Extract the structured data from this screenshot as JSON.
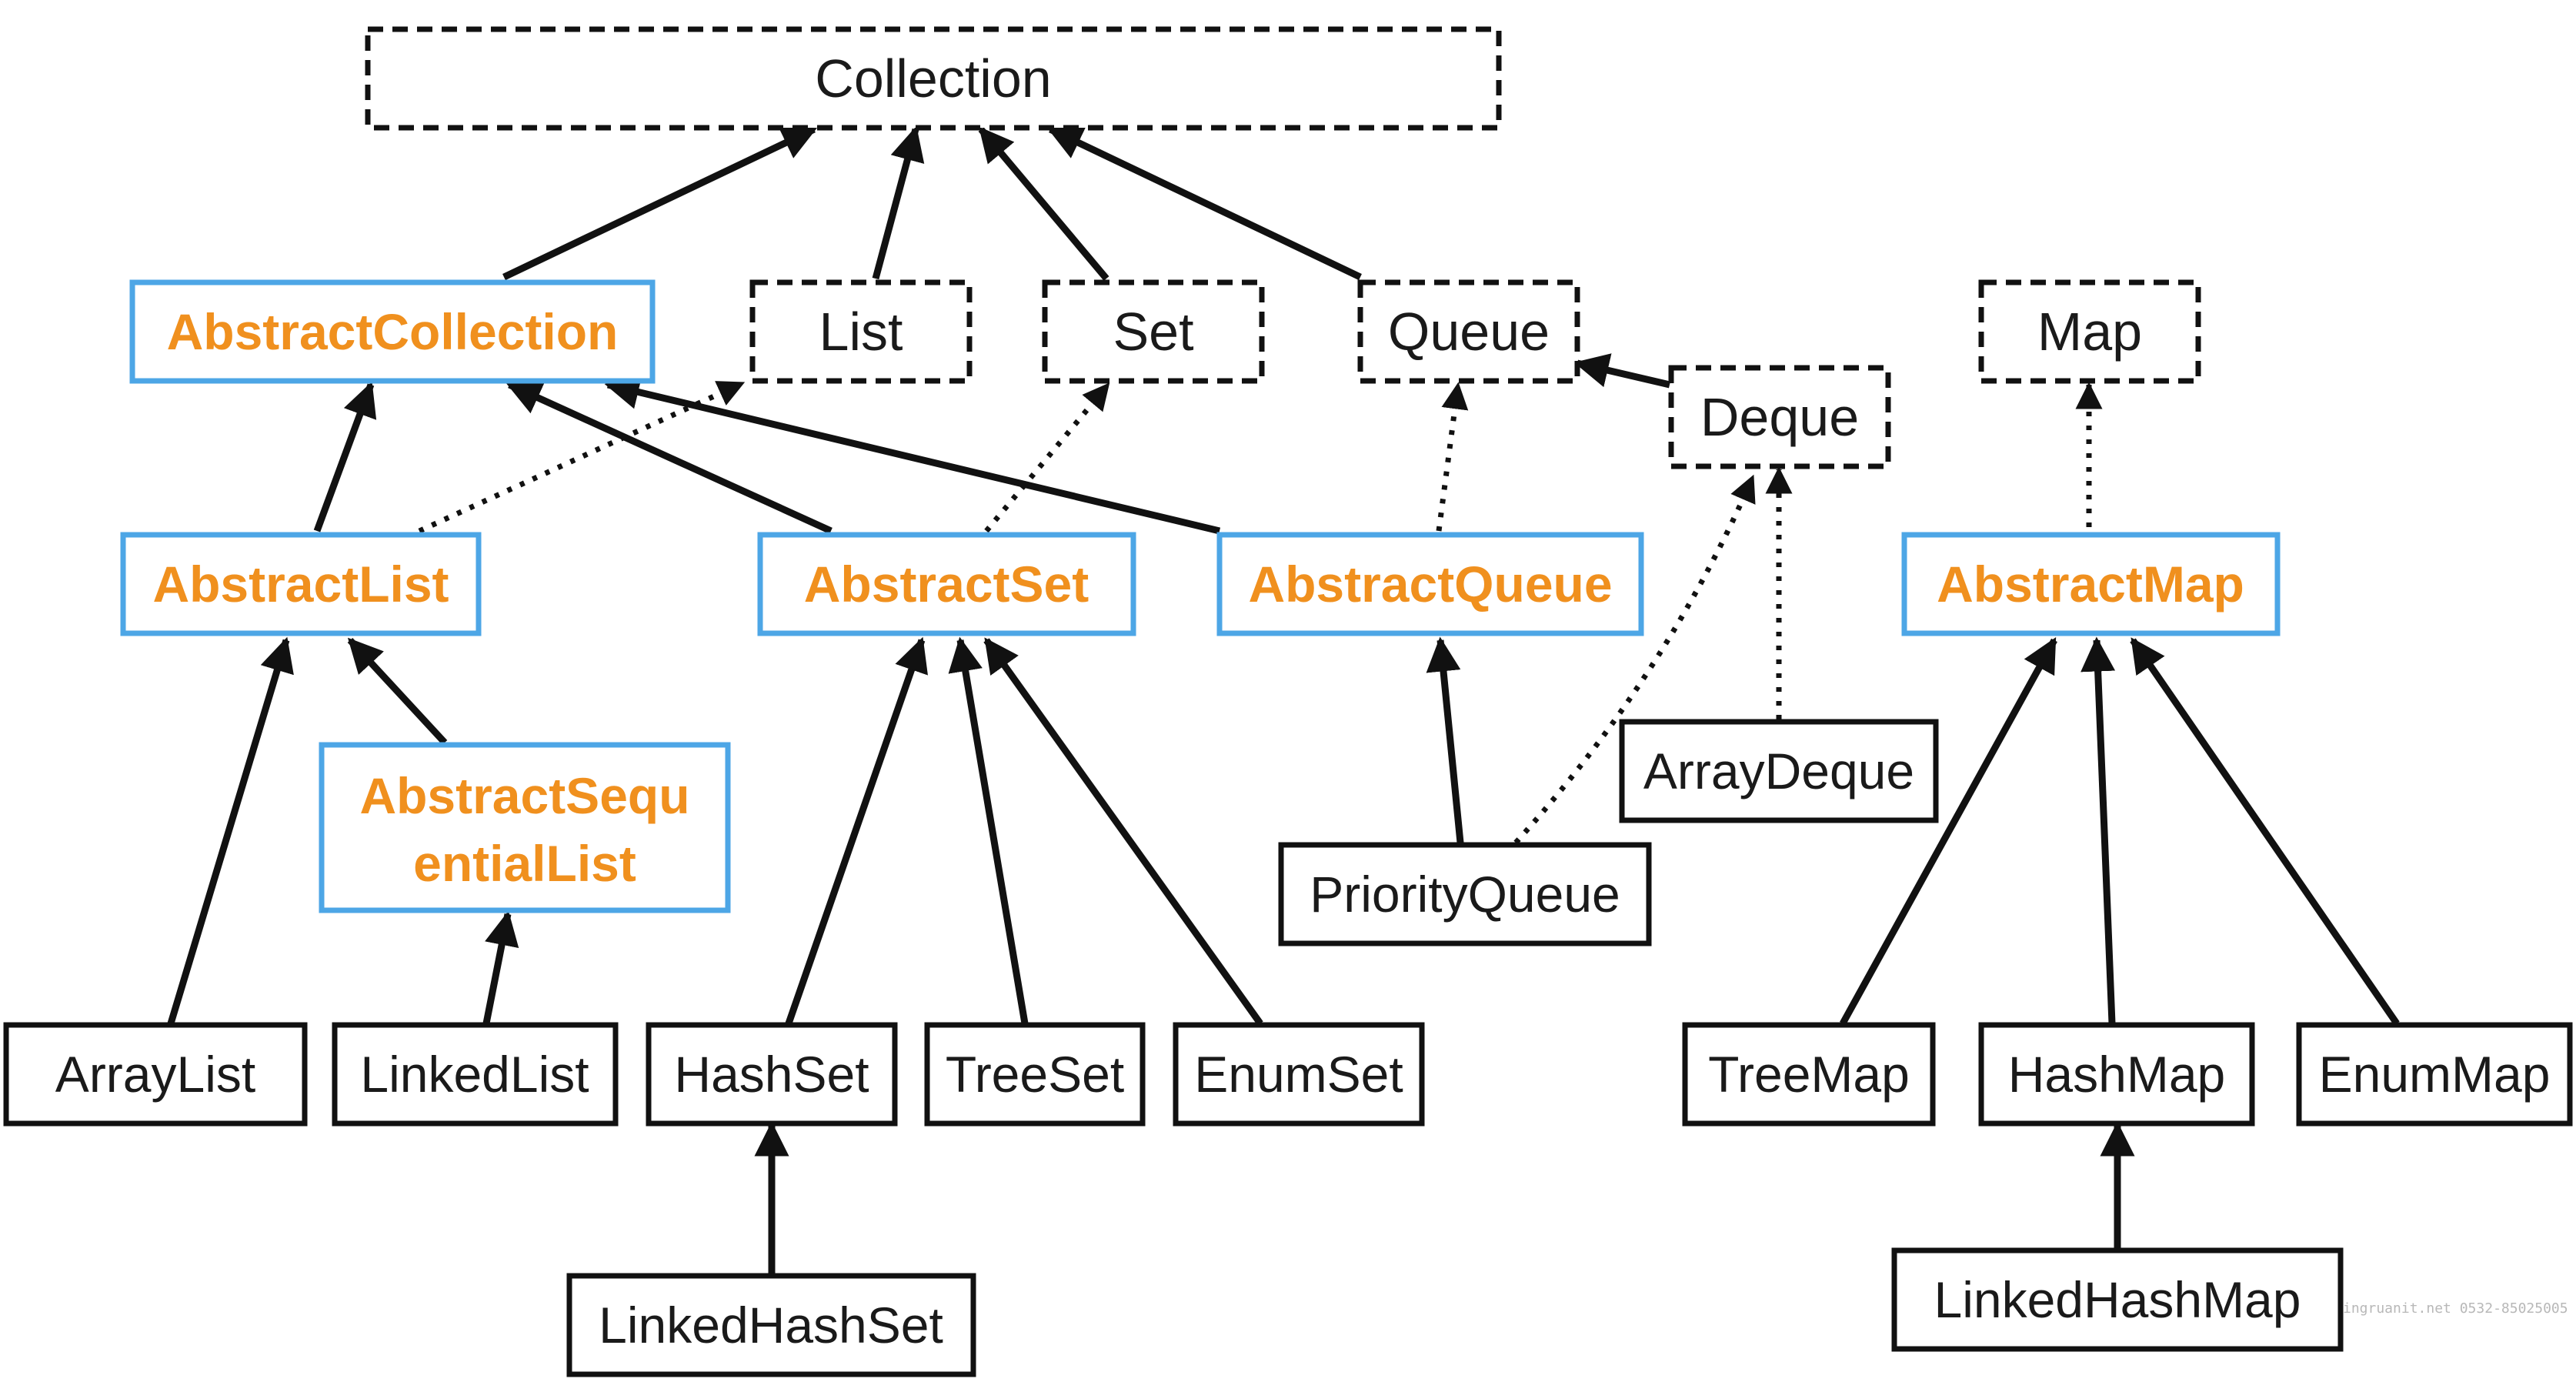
{
  "colors": {
    "abstract_text": "#F0901E",
    "abstract_border": "#4DA6E6",
    "interface_border": "#1a1a1a",
    "class_border": "#1a1a1a",
    "text": "#1a1a1a"
  },
  "nodes": {
    "collection": "Collection",
    "list": "List",
    "set": "Set",
    "queue": "Queue",
    "deque": "Deque",
    "map": "Map",
    "abstract_collection": "AbstractCollection",
    "abstract_list": "AbstractList",
    "abstract_set": "AbstractSet",
    "abstract_queue": "AbstractQueue",
    "abstract_map": "AbstractMap",
    "abstract_sequential_list_line1": "AbstractSequ",
    "abstract_sequential_list_line2": "entialList",
    "array_list": "ArrayList",
    "linked_list": "LinkedList",
    "hash_set": "HashSet",
    "tree_set": "TreeSet",
    "enum_set": "EnumSet",
    "linked_hash_set": "LinkedHashSet",
    "priority_queue": "PriorityQueue",
    "array_deque": "ArrayDeque",
    "tree_map": "TreeMap",
    "hash_map": "HashMap",
    "enum_map": "EnumMap",
    "linked_hash_map": "LinkedHashMap"
  },
  "watermark": "ingruanit.net 0532-85025005"
}
